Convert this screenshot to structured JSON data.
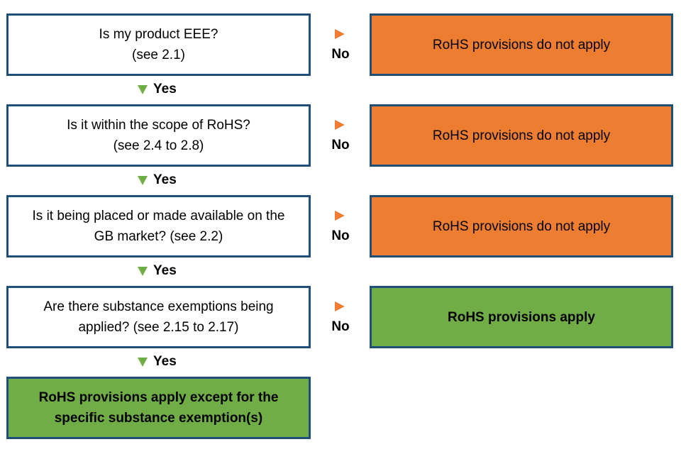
{
  "rows": [
    {
      "question": "Is my product EEE?",
      "ref": "(see 2.1)",
      "no_label": "No",
      "outcome": "RoHS provisions do not apply",
      "yes_label": "Yes"
    },
    {
      "question": "Is it within the scope of RoHS?",
      "ref": "(see 2.4 to 2.8)",
      "no_label": "No",
      "outcome": "RoHS provisions do not apply",
      "yes_label": "Yes"
    },
    {
      "question": "Is it being placed or made available on the",
      "ref": "GB market? (see 2.2)",
      "no_label": "No",
      "outcome": "RoHS provisions do not apply",
      "yes_label": "Yes"
    },
    {
      "question": "Are there substance exemptions being",
      "ref": "applied? (see 2.15 to 2.17)",
      "no_label": "No",
      "outcome": "RoHS provisions apply",
      "yes_label": "Yes"
    }
  ],
  "final": {
    "line1": "RoHS provisions apply except for the",
    "line2": "specific substance exemption(s)"
  },
  "colors": {
    "border": "#1f4e79",
    "orange": "#ed7d31",
    "green": "#70ad47"
  }
}
